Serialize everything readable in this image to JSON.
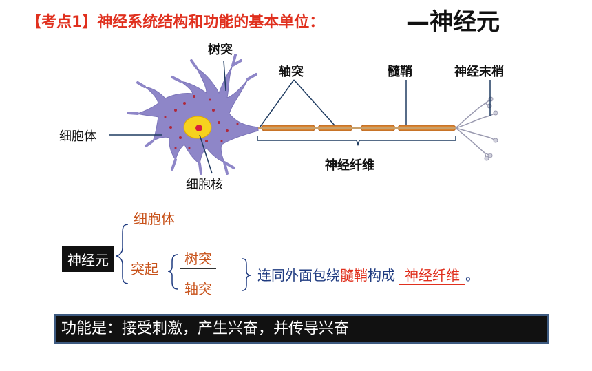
{
  "title": {
    "prefix": "【考点1】神经系统结构和功能的基本单位：",
    "emphasis": "—神经元"
  },
  "diagram_labels": {
    "dendrite": "树突",
    "axon": "轴突",
    "myelin": "髓鞘",
    "nerve_ending": "神经末梢",
    "cell_body": "细胞体",
    "nerve_fiber": "神经纤维",
    "nucleus": "细胞核"
  },
  "structure": {
    "root": "神经元",
    "cell_body": "细胞体",
    "process": "突起",
    "dendrite": "树突",
    "axon": "轴突",
    "description_prefix": "连同外面包绕",
    "description_highlight": "髓鞘",
    "description_middle": "构成",
    "description_answer": "神经纤维",
    "description_end": "。"
  },
  "function": "功能是：接受刺激，产生兴奋，并传导兴奋",
  "colors": {
    "title": "#e0301e",
    "answer_orange": "#c8521a",
    "text_navy": "#1f3b80",
    "neuron_body": "#8e86c8",
    "axon": "#d9832f"
  }
}
